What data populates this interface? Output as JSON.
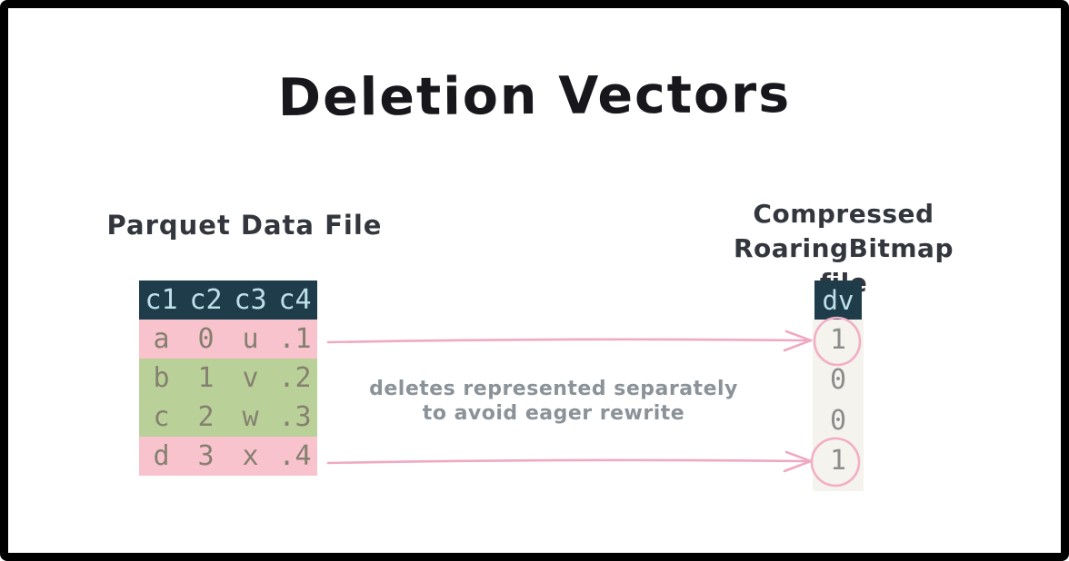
{
  "title": "Deletion Vectors",
  "left_table": {
    "label": "Parquet Data File",
    "headers": [
      "c1",
      "c2",
      "c3",
      "c4"
    ],
    "rows": [
      {
        "cells": [
          "a",
          "0",
          "u",
          ".1"
        ],
        "highlight": "pink",
        "deleted": true
      },
      {
        "cells": [
          "b",
          "1",
          "v",
          ".2"
        ],
        "highlight": "green",
        "deleted": false
      },
      {
        "cells": [
          "c",
          "2",
          "w",
          ".3"
        ],
        "highlight": "green",
        "deleted": false
      },
      {
        "cells": [
          "d",
          "3",
          "x",
          ".4"
        ],
        "highlight": "pink",
        "deleted": true
      }
    ]
  },
  "right_column": {
    "label_line1": "Compressed",
    "label_line2": "RoaringBitmap file",
    "header": "dv",
    "values": [
      "1",
      "0",
      "0",
      "1"
    ],
    "circled_indices": [
      0,
      3
    ]
  },
  "annotation": {
    "line1": "deletes represented separately",
    "line2": "to avoid eager rewrite"
  },
  "colors": {
    "frame": "#000000",
    "background": "#ffffff",
    "table_header_bg": "#1e3c4a",
    "table_header_text": "#bfe0ea",
    "row_pink": "#f8c3cd",
    "row_green": "#b9d199",
    "row_text": "#85806f",
    "dv_body_bg": "#f4f3ee",
    "dv_text": "#8c8c8c",
    "arrow_pink": "#f0a9c2",
    "circle_pink": "#f3aec6",
    "annotation_gray": "#8b9298",
    "heading_dark": "#17171c"
  }
}
